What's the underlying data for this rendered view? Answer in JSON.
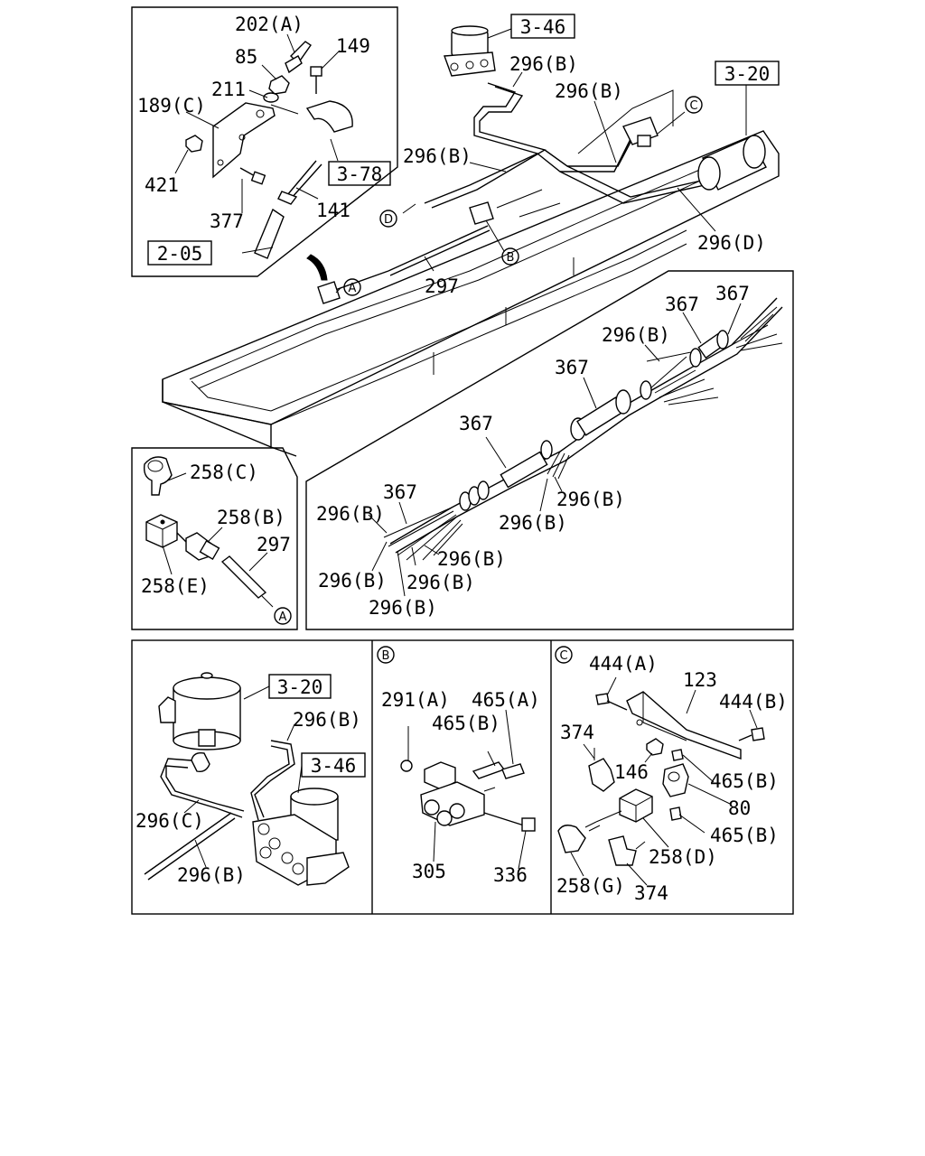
{
  "refs": {
    "r346a": "3-46",
    "r320a": "3-20",
    "r378": "3-78",
    "r205": "2-05",
    "r320b": "3-20",
    "r346b": "3-46"
  },
  "callouts": {
    "A": "A",
    "B": "B",
    "C": "C",
    "D": "D"
  },
  "labels": {
    "p202a": "202(A)",
    "p85": "85",
    "p149": "149",
    "p211": "211",
    "p189c": "189(C)",
    "p421": "421",
    "p377": "377",
    "p141": "141",
    "p296b_1": "296(B)",
    "p296b_2": "296(B)",
    "p296b_3": "296(B)",
    "p296d": "296(D)",
    "p297_top": "297",
    "p367_1": "367",
    "p367_2": "367",
    "p296b_4": "296(B)",
    "p367_3": "367",
    "p367_4": "367",
    "p367_5": "367",
    "p296b_5": "296(B)",
    "p296b_6": "296(B)",
    "p296b_7": "296(B)",
    "p296b_8": "296(B)",
    "p296b_9": "296(B)",
    "p296b_10": "296(B)",
    "p296b_11": "296(B)",
    "p258c": "258(C)",
    "p258b": "258(B)",
    "p297_left": "297",
    "p258e": "258(E)",
    "p296b_12": "296(B)",
    "p296c": "296(C)",
    "p296b_13": "296(B)",
    "p291a": "291(A)",
    "p465a": "465(A)",
    "p465b_1": "465(B)",
    "p305": "305",
    "p336": "336",
    "p444a": "444(A)",
    "p123": "123",
    "p444b": "444(B)",
    "p374_1": "374",
    "p146": "146",
    "p465b_2": "465(B)",
    "p80": "80",
    "p465b_3": "465(B)",
    "p258d": "258(D)",
    "p258g": "258(G)",
    "p374_2": "374"
  }
}
